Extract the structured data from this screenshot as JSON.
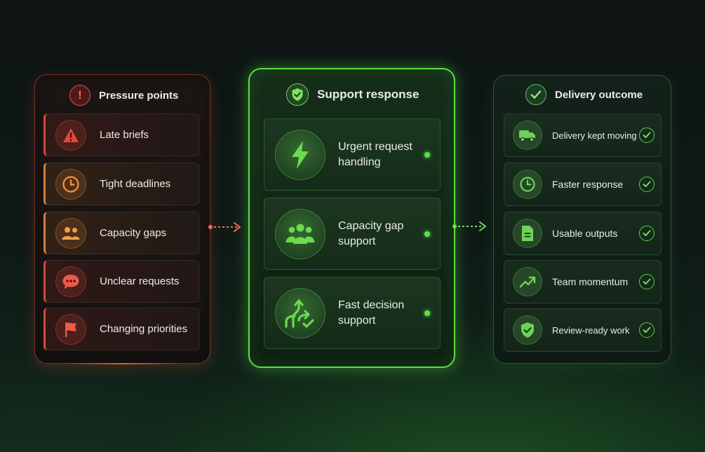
{
  "colors": {
    "pressure_accent": "#d24a3a",
    "support_accent": "#58e043",
    "outcome_accent": "#5ccf4c",
    "background": "#0f1a16"
  },
  "pressure": {
    "title": "Pressure points",
    "icon": "exclamation-icon",
    "exclamation": "!",
    "items": [
      {
        "label": "Late briefs",
        "icon": "warning-triangle-icon"
      },
      {
        "label": "Tight deadlines",
        "icon": "clock-icon"
      },
      {
        "label": "Capacity gaps",
        "icon": "people-icon"
      },
      {
        "label": "Unclear requests",
        "icon": "chat-bubble-icon"
      },
      {
        "label": "Changing priorities",
        "icon": "flag-icon"
      }
    ]
  },
  "support": {
    "title": "Support response",
    "icon": "shield-check-icon",
    "items": [
      {
        "label": "Urgent request handling",
        "icon": "lightning-icon"
      },
      {
        "label": "Capacity gap support",
        "icon": "team-icon"
      },
      {
        "label": "Fast decision support",
        "icon": "split-arrows-check-icon"
      }
    ]
  },
  "outcome": {
    "title": "Delivery outcome",
    "icon": "checkmark-icon",
    "items": [
      {
        "label": "Delivery kept moving",
        "icon": "truck-icon"
      },
      {
        "label": "Faster response",
        "icon": "clock-icon"
      },
      {
        "label": "Usable outputs",
        "icon": "document-icon"
      },
      {
        "label": "Team momentum",
        "icon": "trending-up-icon"
      },
      {
        "label": "Review-ready work",
        "icon": "shield-check-icon"
      }
    ]
  }
}
